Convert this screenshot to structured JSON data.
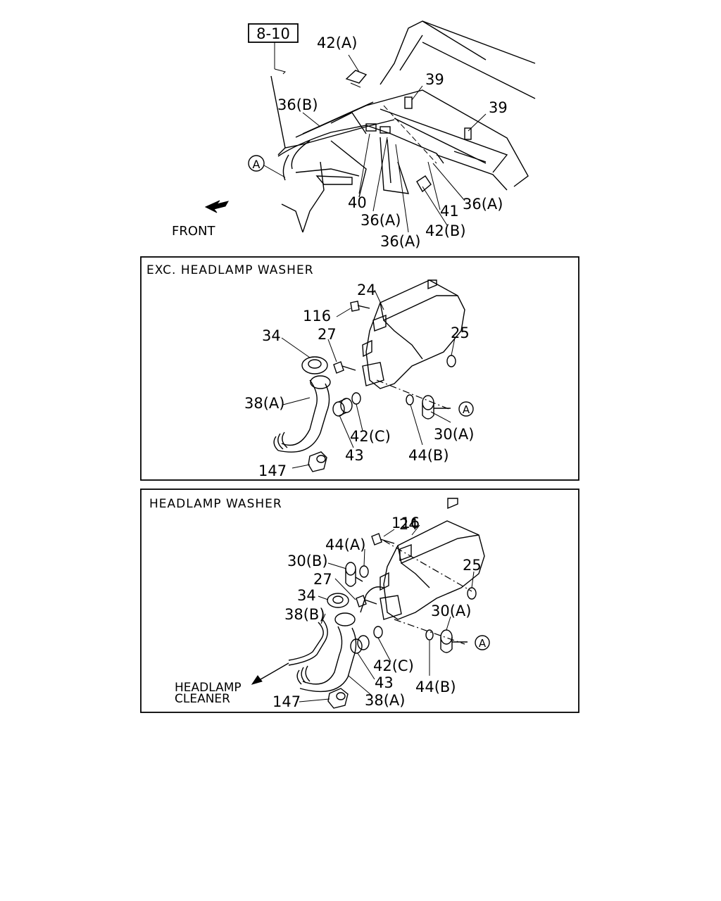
{
  "top": {
    "ref_box": "8-10",
    "front_label": "FRONT",
    "labels": {
      "p42A": "42(A)",
      "p39a": "39",
      "p39b": "39",
      "p36B": "36(B)",
      "callA": "A",
      "p40": "40",
      "p36A_1": "36(A)",
      "p36A_2": "36(A)",
      "p36A_3": "36(A)",
      "p41": "41",
      "p42B": "42(B)"
    }
  },
  "panel1": {
    "title": "EXC. HEADLAMP WASHER",
    "labels": {
      "p24": "24",
      "p116": "116",
      "p25": "25",
      "p34": "34",
      "p27": "27",
      "p38A": "38(A)",
      "p42C": "42(C)",
      "p43": "43",
      "p44B": "44(B)",
      "p30A": "30(A)",
      "callA": "A",
      "p147": "147"
    }
  },
  "panel2": {
    "title": "HEADLAMP WASHER",
    "cleaner_line1": "HEADLAMP",
    "cleaner_line2": "CLEANER",
    "labels": {
      "p24": "24",
      "p116": "116",
      "p44A": "44(A)",
      "p30B": "30(B)",
      "p27": "27",
      "p34": "34",
      "p38B": "38(B)",
      "p25": "25",
      "p30A": "30(A)",
      "callA": "A",
      "p42C": "42(C)",
      "p43": "43",
      "p44B": "44(B)",
      "p147": "147",
      "p38A": "38(A)"
    }
  }
}
